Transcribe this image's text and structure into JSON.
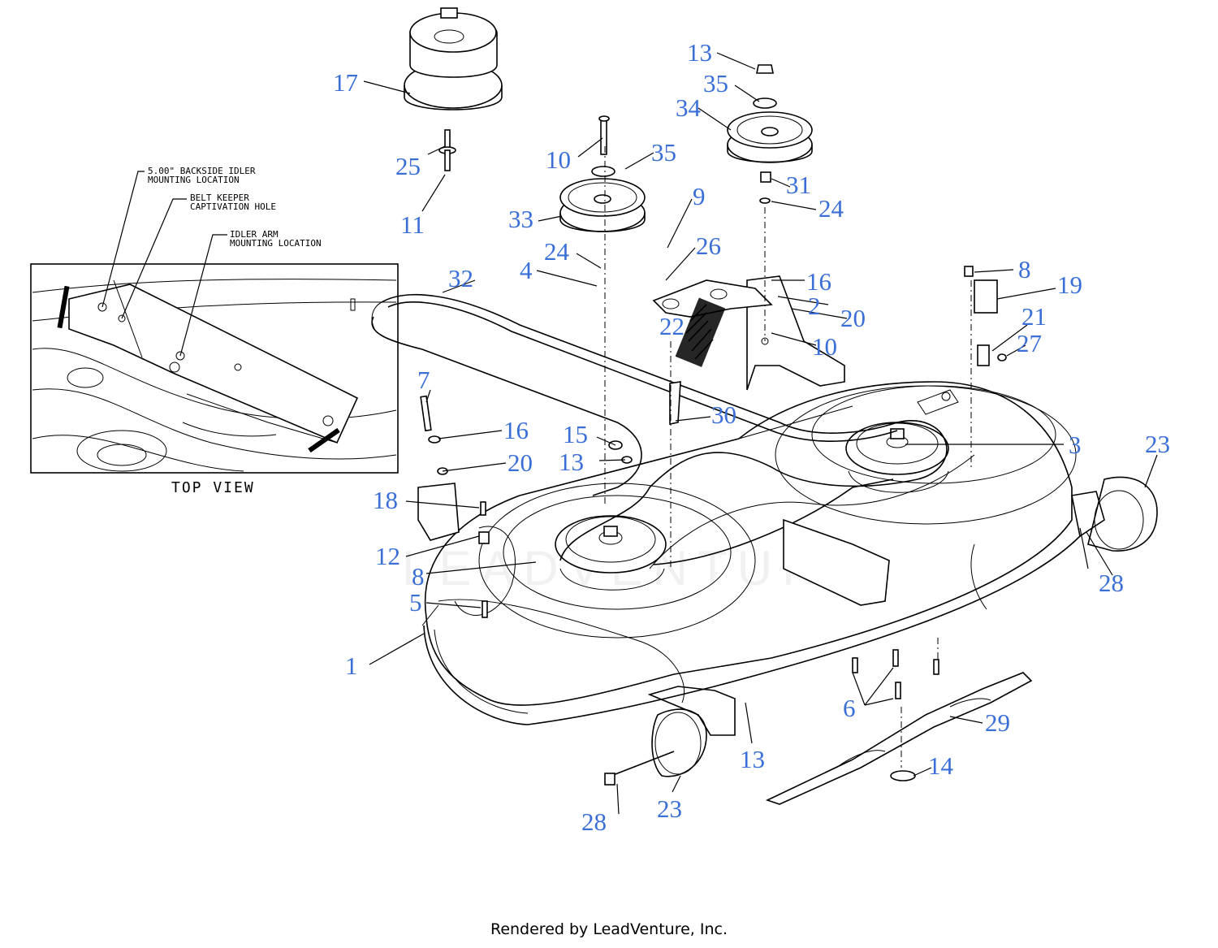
{
  "callouts": {
    "c1": "1",
    "c2": "2",
    "c3": "3",
    "c4": "4",
    "c5": "5",
    "c6": "6",
    "c7": "7",
    "c8a": "8",
    "c8b": "8",
    "c9": "9",
    "c10a": "10",
    "c10b": "10",
    "c11": "11",
    "c12": "12",
    "c13a": "13",
    "c13b": "13",
    "c13c": "13",
    "c14": "14",
    "c15": "15",
    "c16a": "16",
    "c16b": "16",
    "c17": "17",
    "c18": "18",
    "c19": "19",
    "c20a": "20",
    "c20b": "20",
    "c21": "21",
    "c22": "22",
    "c23a": "23",
    "c23b": "23",
    "c24a": "24",
    "c24b": "24",
    "c25": "25",
    "c26": "26",
    "c27": "27",
    "c28a": "28",
    "c28b": "28",
    "c29": "29",
    "c30": "30",
    "c31": "31",
    "c32": "32",
    "c33": "33",
    "c34": "34",
    "c35a": "35",
    "c35b": "35"
  },
  "notes": {
    "backside_idler_l1": "5.00\" BACKSIDE IDLER",
    "backside_idler_l2": "MOUNTING LOCATION",
    "belt_keeper_l1": "BELT KEEPER",
    "belt_keeper_l2": "CAPTIVATION HOLE",
    "idler_arm_l1": "IDLER ARM",
    "idler_arm_l2": "MOUNTING LOCATION"
  },
  "inset_caption": "TOP VIEW",
  "footer": "Rendered by LeadVenture, Inc."
}
